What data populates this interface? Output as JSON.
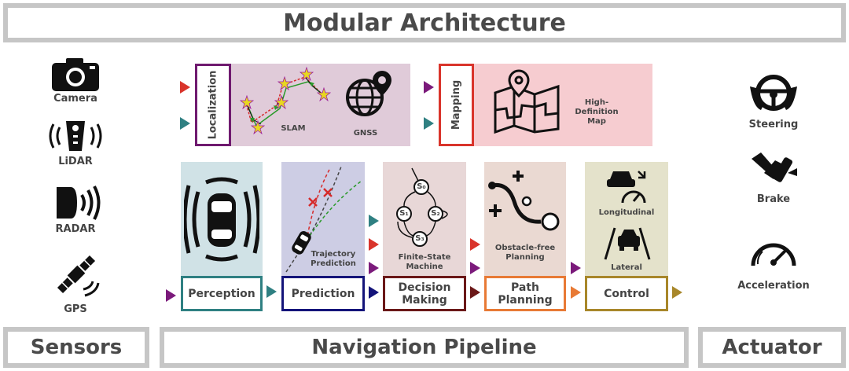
{
  "title": "Modular Architecture",
  "bottom": {
    "sensors": "Sensors",
    "pipeline": "Navigation Pipeline",
    "actuator": "Actuator"
  },
  "sensors": [
    {
      "label": "Camera",
      "icon": "camera-icon"
    },
    {
      "label": "LiDAR",
      "icon": "lidar-icon"
    },
    {
      "label": "RADAR",
      "icon": "radar-icon"
    },
    {
      "label": "GPS",
      "icon": "satellite-icon"
    }
  ],
  "actuators": [
    {
      "label": "Steering",
      "icon": "steering-wheel-icon"
    },
    {
      "label": "Brake",
      "icon": "brake-pedal-icon"
    },
    {
      "label": "Acceleration",
      "icon": "speedometer-icon"
    }
  ],
  "localization": {
    "label": "Localization",
    "slam": "SLAM",
    "gnss": "GNSS"
  },
  "mapping": {
    "label": "Mapping",
    "map": "High-Definition Map"
  },
  "modules": [
    {
      "label": "Perception"
    },
    {
      "label": "Prediction",
      "caption": "Trajectory Prediction"
    },
    {
      "label": "Decision Making",
      "caption": "Finite-State Machine",
      "states": [
        "S₀",
        "S₁",
        "S₂",
        "S₃"
      ]
    },
    {
      "label": "Path Planning",
      "caption": "Obstacle-free Planning"
    },
    {
      "label": "Control",
      "caption_top": "Longitudinal",
      "caption_bottom": "Lateral"
    }
  ],
  "colors": {
    "localization": "#6f1a6f",
    "mapping": "#d9342b",
    "perception": "#2f8082",
    "prediction": "#14147a",
    "decision": "#6b1818",
    "planning": "#e87a35",
    "control": "#a8872a",
    "teal_arrow": "#2f8082",
    "red_arrow": "#d9342b",
    "purple_arrow": "#7b1a7b",
    "navy_arrow": "#14147a"
  }
}
